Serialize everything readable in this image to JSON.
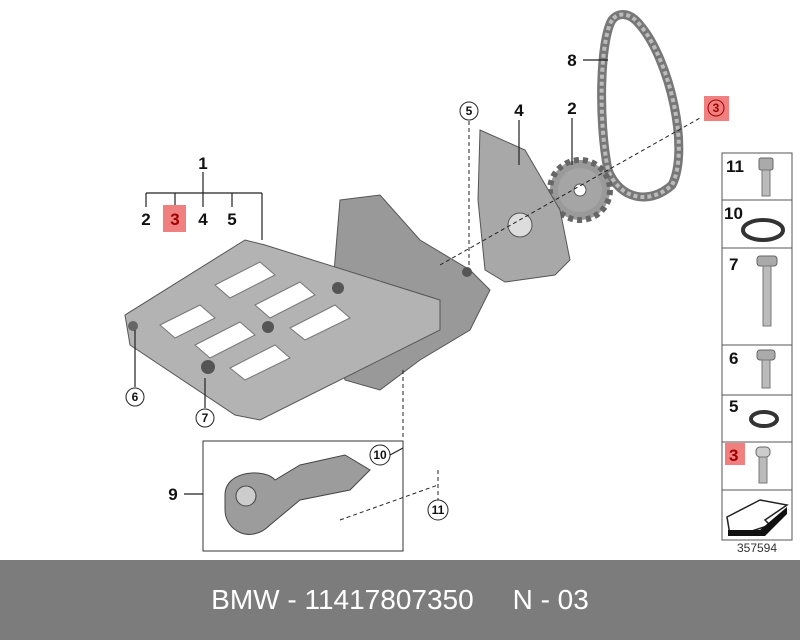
{
  "diagram": {
    "callouts": {
      "main_1": "1",
      "sub_2": "2",
      "sub_3": "3",
      "sub_4": "4",
      "sub_5": "5",
      "pump_6": "6",
      "pump_7": "7",
      "chain_8": "8",
      "pickup_9": "9",
      "pickup_10": "10",
      "pickup_11": "11",
      "sprocket_2": "2",
      "cover_4": "4",
      "bolt_5": "5",
      "chain_3": "3"
    },
    "highlight_color": "#f08080",
    "highlight_text_color": "#a00000",
    "sidebar": [
      {
        "label": "11",
        "part": "hex-bolt"
      },
      {
        "label": "10",
        "part": "o-ring"
      },
      {
        "label": "7",
        "part": "long-flange-bolt"
      },
      {
        "label": "6",
        "part": "flange-bolt"
      },
      {
        "label": "5",
        "part": "sealing-ring"
      },
      {
        "label": "3",
        "part": "socket-cap-bolt",
        "highlighted": true
      },
      {
        "label": "",
        "part": "arrow-symbol"
      }
    ],
    "image_number": "357594"
  },
  "footer": {
    "text": "BMW - 11417807350     N - 03"
  }
}
